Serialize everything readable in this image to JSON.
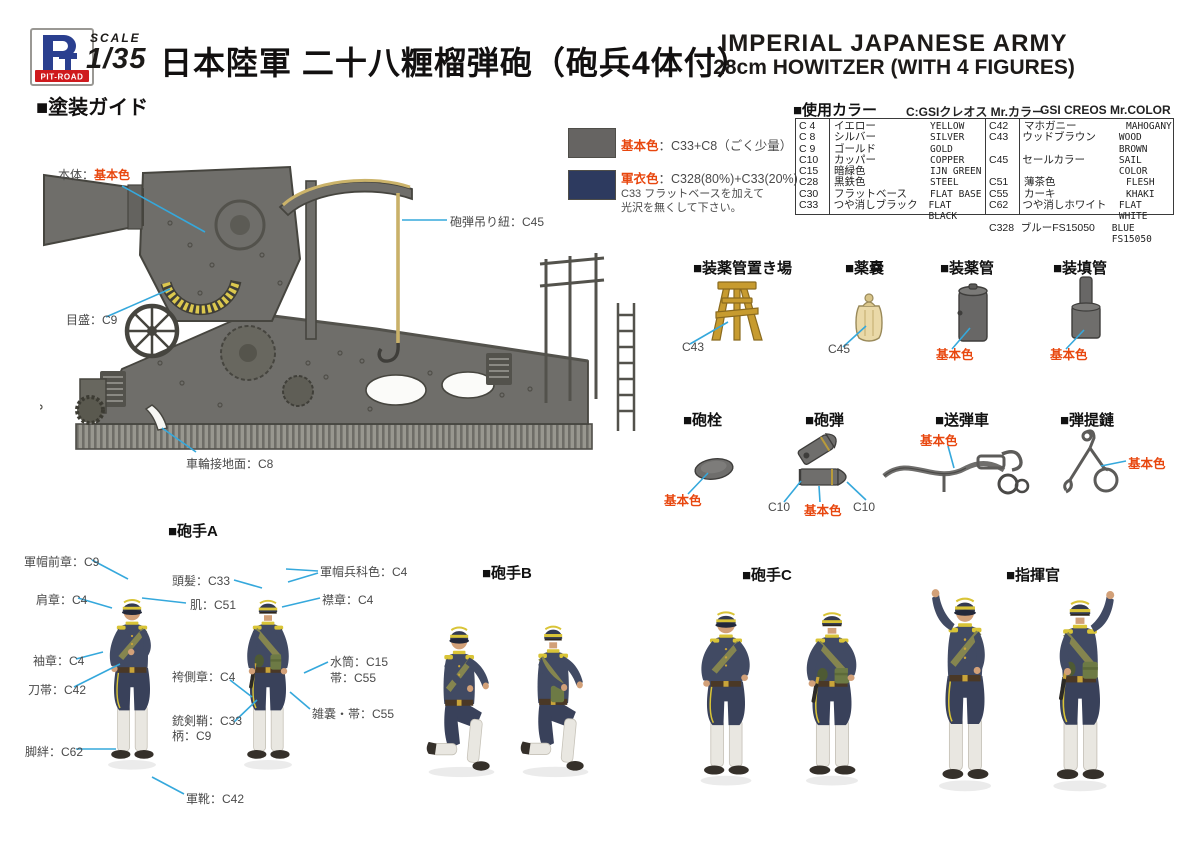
{
  "header": {
    "logo_text": "PIT-ROAD",
    "scale_label": "SCALE",
    "scale_value": "1/35",
    "title_jp": "日本陸軍 二十八糎榴弾砲（砲兵4体付）",
    "title_en_line1": "IMPERIAL JAPANESE ARMY",
    "title_en_line2": "28cm HOWITZER (WITH 4 FIGURES)"
  },
  "guide_title": "■塗装ガイド",
  "colors": {
    "accent_cyan": "#35a8dc",
    "label_red": "#e8470f",
    "base_gray_swatch": "#666462",
    "uniform_navy_swatch": "#2d3a5f"
  },
  "swatches": {
    "base_label": "基本色",
    "base_formula": "：C33+C8（ごく少量）",
    "uniform_label": "軍衣色",
    "uniform_formula": "：C328(80%)+C33(20%)",
    "uniform_note1": "C33 フラットベースを加えて",
    "uniform_note2": "光沢を無くして下さい。"
  },
  "color_table": {
    "title": "■使用カラー",
    "subtitle_jp": "C:GSIクレオス Mr.カラー",
    "subtitle_en": "GSI CREOS Mr.COLOR",
    "left_rows": [
      [
        "C 4",
        "イエロー",
        "YELLOW"
      ],
      [
        "C 8",
        "シルバー",
        "SILVER"
      ],
      [
        "C 9",
        "ゴールド",
        "GOLD"
      ],
      [
        "C10",
        "カッパー",
        "COPPER"
      ],
      [
        "C15",
        "暗緑色",
        "IJN GREEN"
      ],
      [
        "C28",
        "黒鉄色",
        "STEEL"
      ],
      [
        "C30",
        "フラットベース",
        "FLAT BASE"
      ],
      [
        "C33",
        "つや消しブラック",
        "FLAT BLACK"
      ]
    ],
    "right_rows": [
      [
        "C42",
        "マホガニー",
        "MAHOGANY"
      ],
      [
        "C43",
        "ウッドブラウン",
        "WOOD BROWN"
      ],
      [
        "C45",
        "セールカラー",
        "SAIL COLOR"
      ],
      [
        "C51",
        "薄茶色",
        "FLESH"
      ],
      [
        "C55",
        "カーキ",
        "KHAKI"
      ],
      [
        "C62",
        "つや消しホワイト",
        "FLAT WHITE"
      ],
      [
        "C328",
        "ブルーFS15050",
        "BLUE FS15050"
      ]
    ]
  },
  "howitzer": {
    "body_label": "本体：",
    "body_value": "基本色",
    "rope_label": "砲弾吊り紐：C45",
    "scale_label": "目盛：C9",
    "wheel_label": "車輪接地面：C8"
  },
  "accessories": {
    "rack": {
      "title": "■装薬管置き場",
      "label": "C43"
    },
    "bag": {
      "title": "■薬嚢",
      "label": "C45"
    },
    "charge_tube": {
      "title": "■装薬管",
      "label": "基本色"
    },
    "loading_tube": {
      "title": "■装填管",
      "label": "基本色"
    },
    "breech_plug": {
      "title": "■砲栓",
      "label": "基本色"
    },
    "shell": {
      "title": "■砲弾",
      "label_left": "C10",
      "label_mid": "基本色",
      "label_right": "C10"
    },
    "shell_cart": {
      "title": "■送弾車",
      "label": "基本色"
    },
    "shell_sling": {
      "title": "■弾提鏈",
      "label": "基本色"
    }
  },
  "figures": {
    "gunner_a": {
      "title": "■砲手A",
      "callouts": {
        "cap_front": "軍帽前章：C9",
        "shoulder": "肩章：C4",
        "sleeve": "袖章：C4",
        "sword_belt": "刀帯：C42",
        "gaiters": "脚絆：C62",
        "boots": "軍靴：C42",
        "hair": "頭髪：C33",
        "skin": "肌：C51",
        "trouser_stripe": "袴側章：C4",
        "bayonet_scabbard": "銃剣鞘：C33",
        "bayonet_grip": "柄：C9",
        "cap_branch": "軍帽兵科色：C4",
        "collar": "襟章：C4",
        "canteen": "水筒：C15",
        "canteen_strap": "帯：C55",
        "haversack": "雑嚢・帯：C55"
      }
    },
    "gunner_b": {
      "title": "■砲手B"
    },
    "gunner_c": {
      "title": "■砲手C"
    },
    "commander": {
      "title": "■指揮官"
    }
  }
}
